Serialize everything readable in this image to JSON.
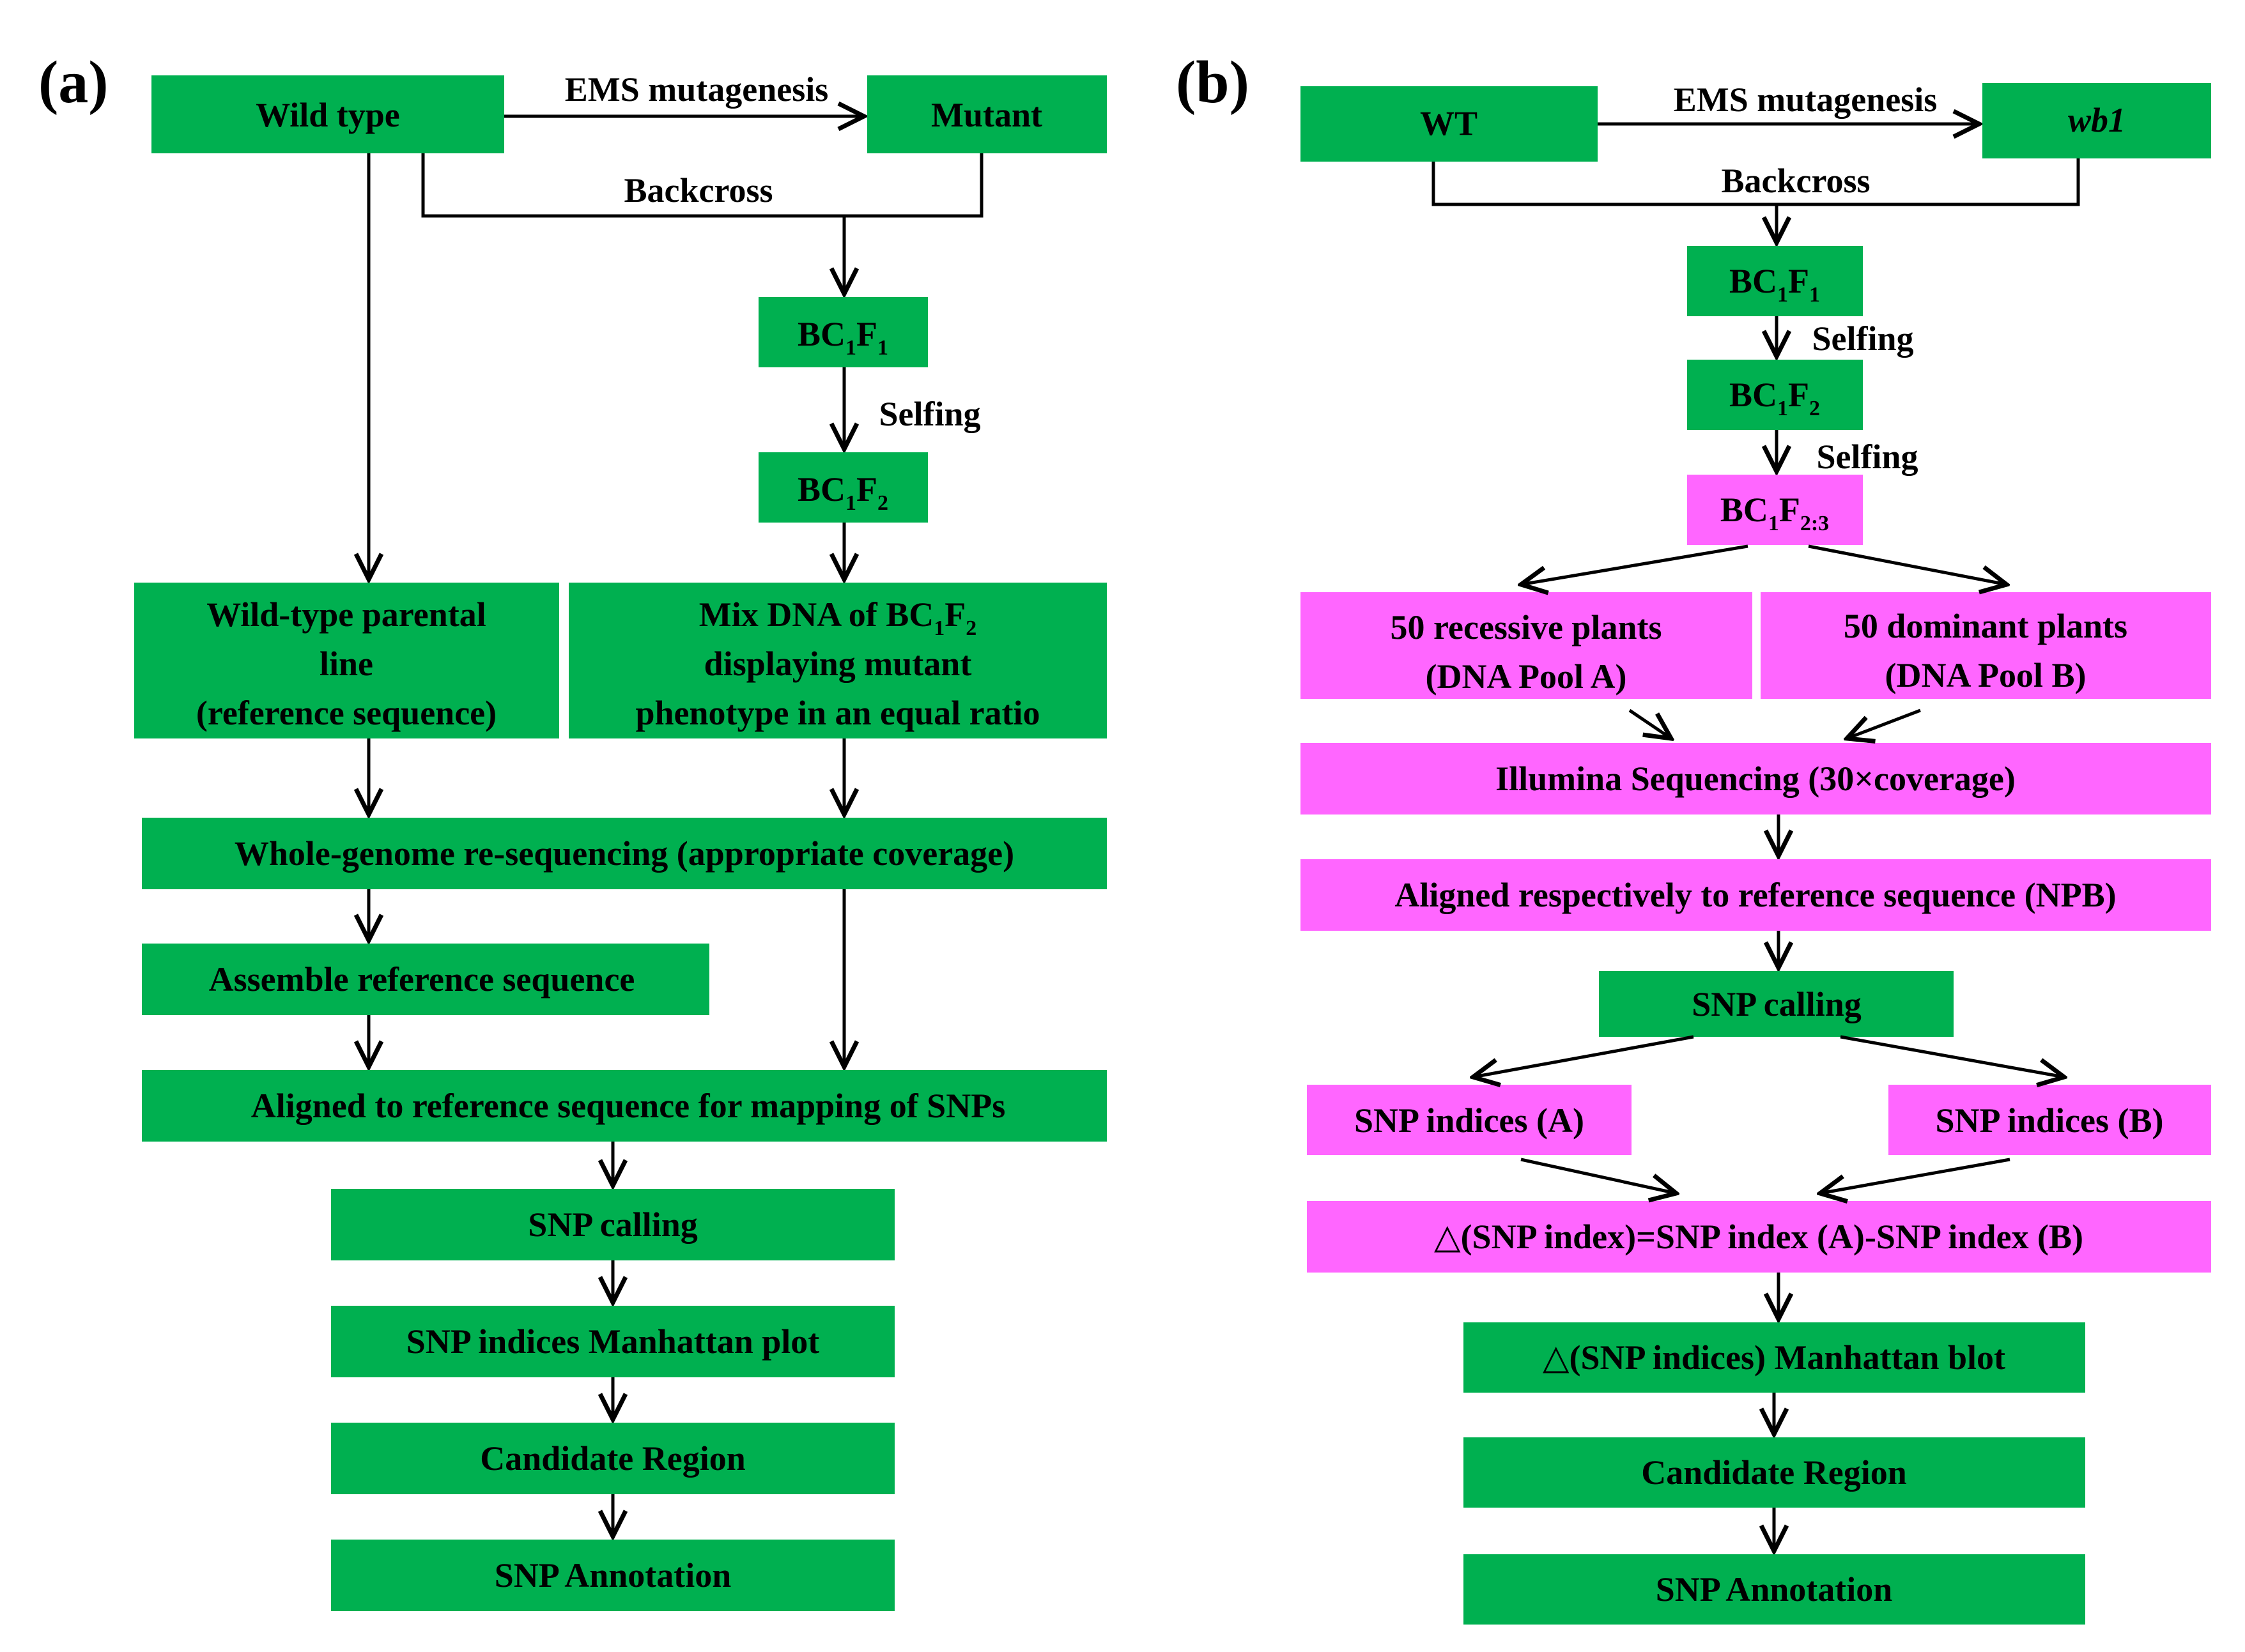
{
  "colors": {
    "green": "#00b050",
    "magenta": "#ff66ff",
    "line": "#000000",
    "background": "#ffffff"
  },
  "panel_a": {
    "label": "(a)",
    "wild_type": "Wild type",
    "mutant": "Mutant",
    "ems_mutagenesis": "EMS mutagenesis",
    "backcross": "Backcross",
    "bc1f1": {
      "base": "BC",
      "s1": "1",
      "mid": "F",
      "s2": "1"
    },
    "selfing": "Selfing",
    "bc1f2": {
      "base": "BC",
      "s1": "1",
      "mid": "F",
      "s2": "2"
    },
    "wt_parental": {
      "line1": "Wild-type parental",
      "line2": "line",
      "line3": "(reference sequence)"
    },
    "mix_dna": {
      "line1_pre": "Mix DNA of ",
      "line1_base": "BC",
      "line1_s1": "1",
      "line1_mid": "F",
      "line1_s2": "2",
      "line2": "displaying mutant",
      "line3": "phenotype in an equal ratio"
    },
    "wgs": "Whole-genome re-sequencing (appropriate coverage)",
    "assemble": "Assemble reference sequence",
    "aligned": "Aligned to reference sequence for mapping of SNPs",
    "snp_calling": "SNP calling",
    "manhattan": "SNP indices Manhattan plot",
    "candidate": "Candidate Region",
    "annotation": "SNP Annotation"
  },
  "panel_b": {
    "label": "(b)",
    "wt": "WT",
    "wb1": "wb1",
    "ems_mutagenesis": "EMS mutagenesis",
    "backcross": "Backcross",
    "bc1f1": {
      "base": "BC",
      "s1": "1",
      "mid": "F",
      "s2": "1"
    },
    "selfing1": "Selfing",
    "bc1f2": {
      "base": "BC",
      "s1": "1",
      "mid": "F",
      "s2": "2"
    },
    "selfing2": "Selfing",
    "bc1f23": {
      "base": "BC",
      "s1": "1",
      "mid": "F",
      "s2": "2:3"
    },
    "pool_a": {
      "line1": "50 recessive plants",
      "line2": "(DNA Pool A)"
    },
    "pool_b": {
      "line1": "50 dominant plants",
      "line2": "(DNA Pool B)"
    },
    "illumina": "Illumina Sequencing (30×coverage)",
    "aligned": "Aligned respectively to reference sequence (NPB)",
    "snp_calling": "SNP calling",
    "indices_a": "SNP indices (A)",
    "indices_b": "SNP indices (B)",
    "delta": "△(SNP index)=SNP index (A)-SNP index (B)",
    "manhattan": "△(SNP indices) Manhattan blot",
    "candidate": "Candidate Region",
    "annotation": "SNP Annotation"
  }
}
